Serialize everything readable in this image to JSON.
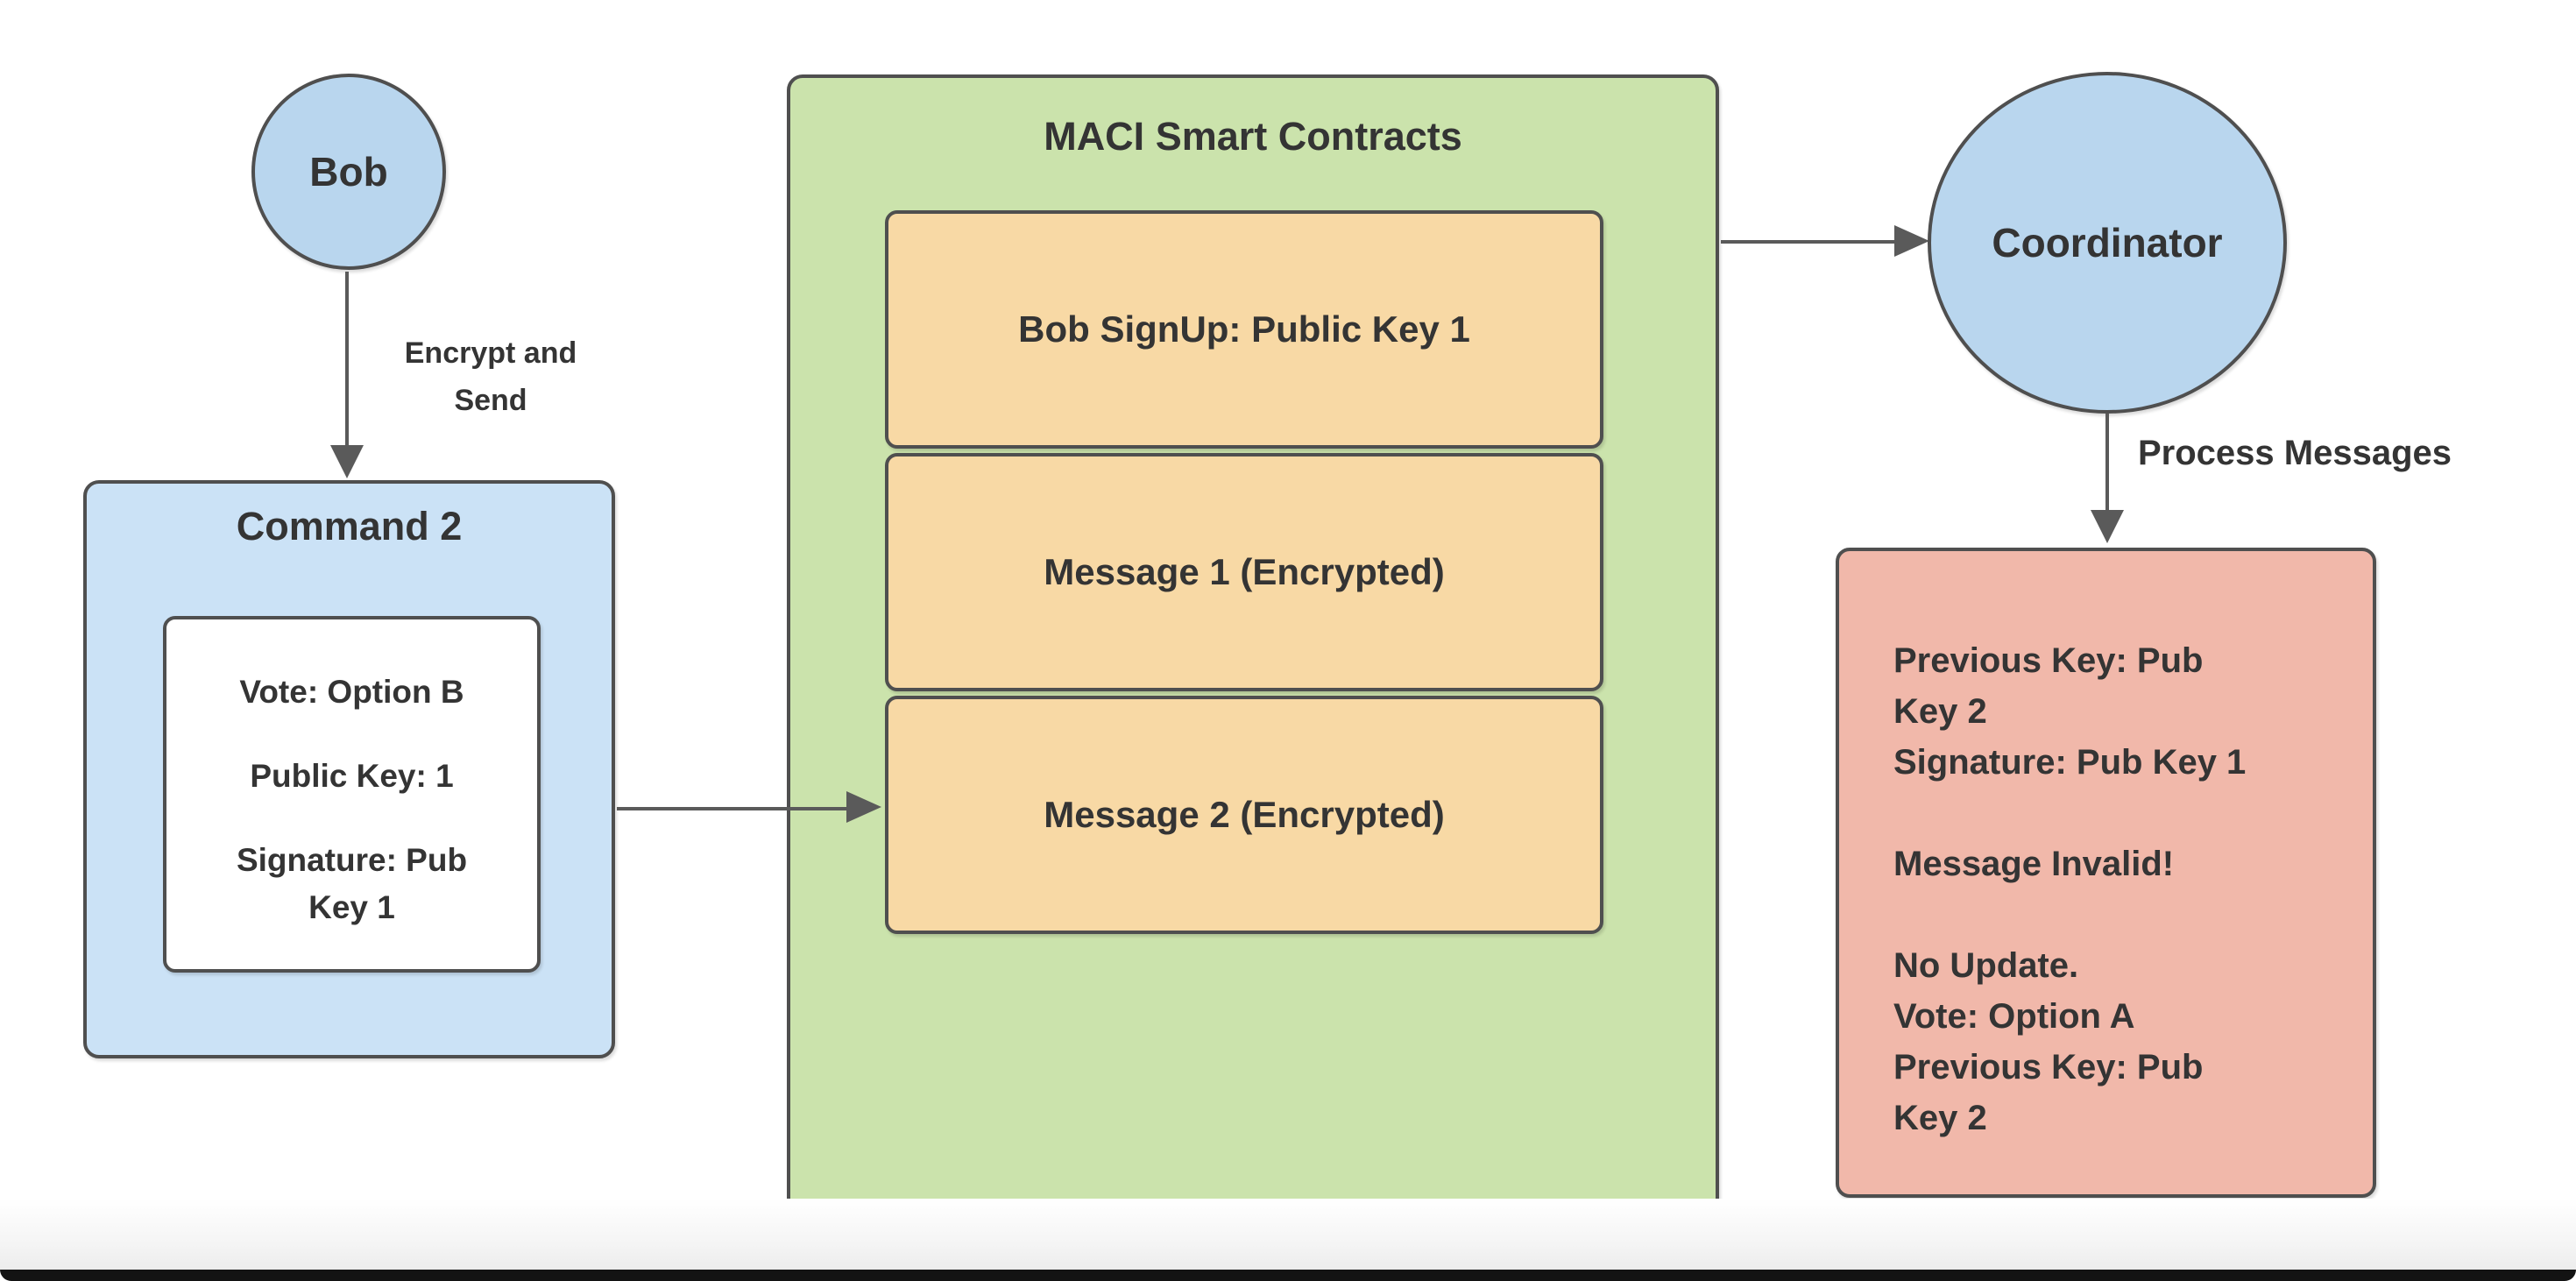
{
  "colors": {
    "node_blue": "#b9d6ee",
    "command_blue": "#cbe2f6",
    "contracts_green": "#cbe3ac",
    "message_orange": "#f8d9a5",
    "result_pink": "#f1b8aa",
    "stroke_gray": "#4f4f4f",
    "text": "#343434"
  },
  "bob": {
    "label": "Bob"
  },
  "edge_encrypt": {
    "label": "Encrypt and Send"
  },
  "command": {
    "title": "Command 2",
    "lines": [
      "Vote: Option B",
      "Public Key: 1",
      "Signature: Pub",
      "Key 1"
    ]
  },
  "contracts": {
    "title": "MACI Smart Contracts",
    "items": [
      "Bob SignUp: Public Key 1",
      "Message 1 (Encrypted)",
      "Message 2 (Encrypted)"
    ]
  },
  "coordinator": {
    "label": "Coordinator"
  },
  "edge_process": {
    "label": "Process Messages"
  },
  "result": {
    "lines": [
      "Previous Key: Pub",
      "Key 2",
      "Signature: Pub Key 1",
      "",
      "Message Invalid!",
      "",
      "No Update.",
      "Vote: Option A",
      "Previous Key: Pub",
      "Key 2"
    ]
  }
}
